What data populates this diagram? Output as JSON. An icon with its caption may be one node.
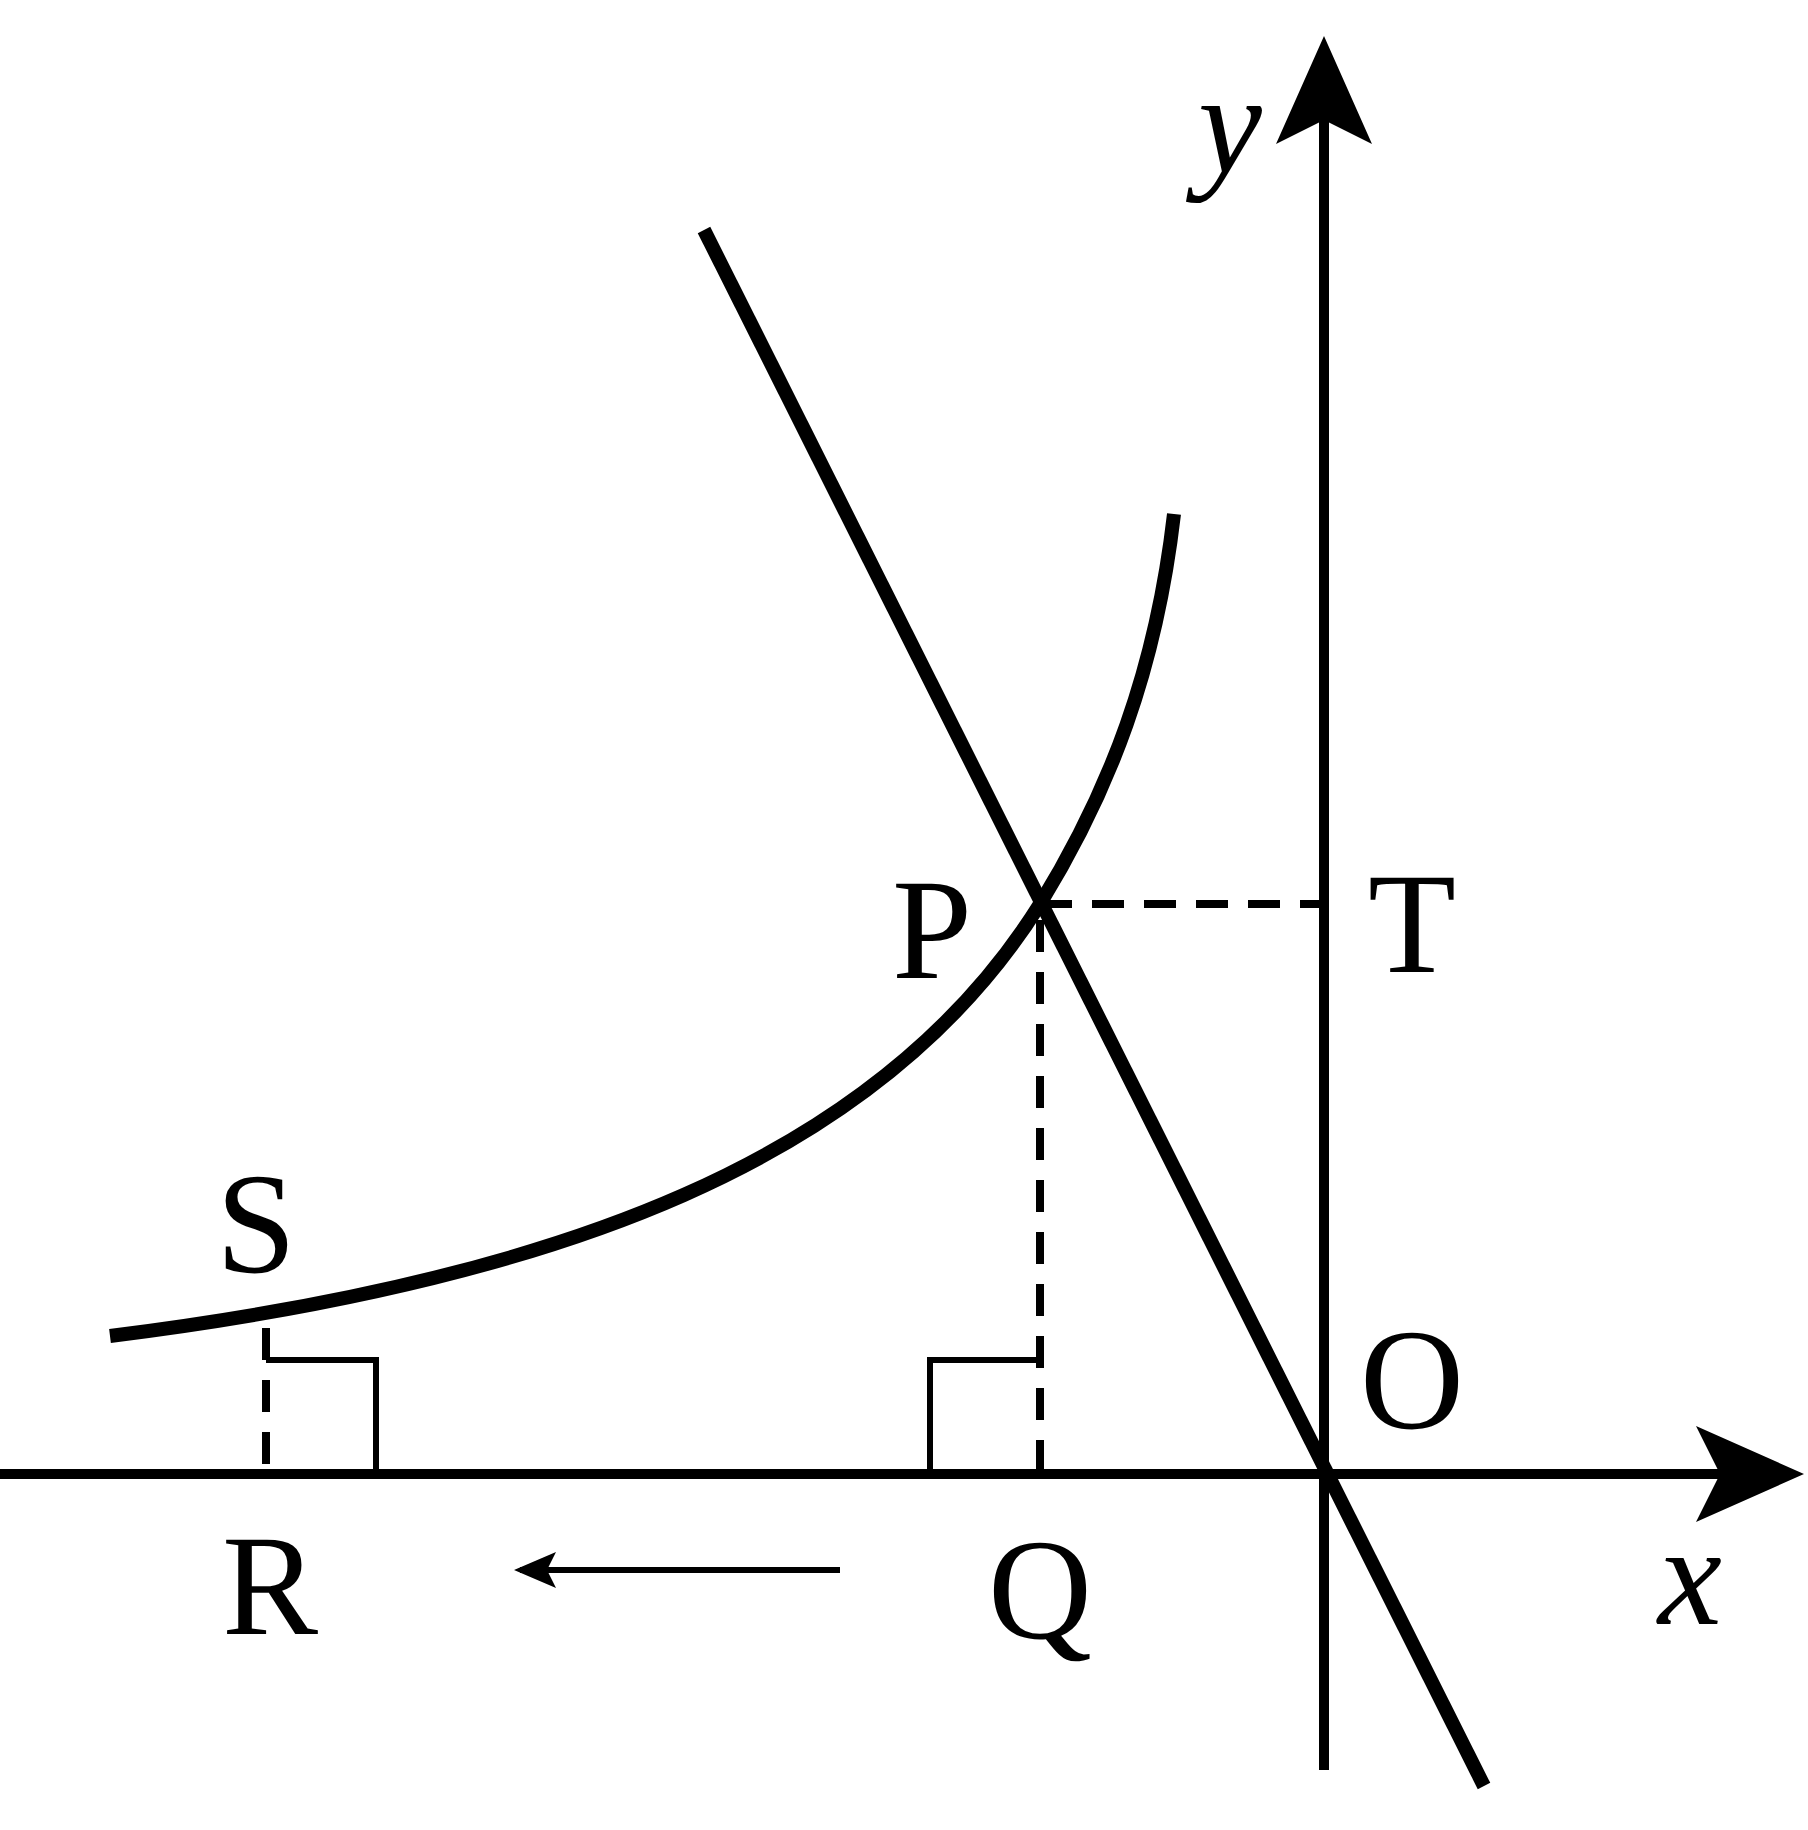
{
  "diagram": {
    "labels": [
      "y",
      "P",
      "T",
      "S",
      "O",
      "R",
      "Q",
      "x"
    ]
  }
}
